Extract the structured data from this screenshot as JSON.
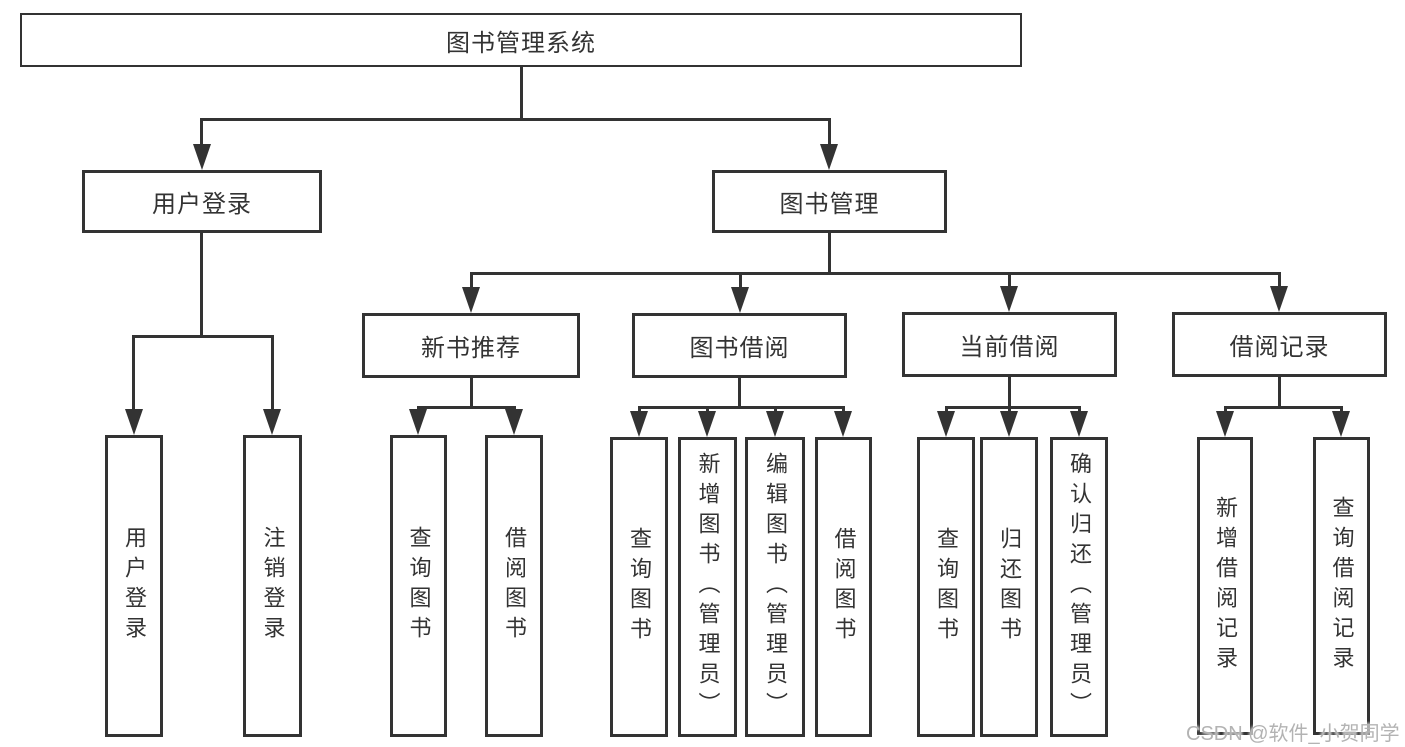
{
  "diagram_title": "图书管理系统",
  "colors": {
    "line": "#333333",
    "box_border": "#333333",
    "text": "#333333",
    "watermark_text": "#b3b3b3",
    "background": "#ffffff"
  },
  "tree": {
    "root": {
      "label": "图书管理系统"
    },
    "user_login": {
      "label": "用户登录",
      "children": {
        "login": "用户登录",
        "logout": "注销登录"
      }
    },
    "book_management": {
      "label": "图书管理"
    },
    "new_book_recommend": {
      "label": "新书推荐",
      "children": {
        "query": "查询图书",
        "borrow": "借阅图书"
      }
    },
    "book_borrowing": {
      "label": "图书借阅",
      "children": {
        "query": "查询图书",
        "add": "新增图书（管理员）",
        "edit": "编辑图书（管理员）",
        "borrow": "借阅图书"
      }
    },
    "current_borrowing": {
      "label": "当前借阅",
      "children": {
        "query": "查询图书",
        "return": "归还图书",
        "confirm_return": "确认归还（管理员）"
      }
    },
    "borrow_records": {
      "label": "借阅记录",
      "children": {
        "add": "新增借阅记录",
        "query": "查询借阅记录"
      }
    }
  },
  "watermark": "CSDN @软件_小贺同学"
}
